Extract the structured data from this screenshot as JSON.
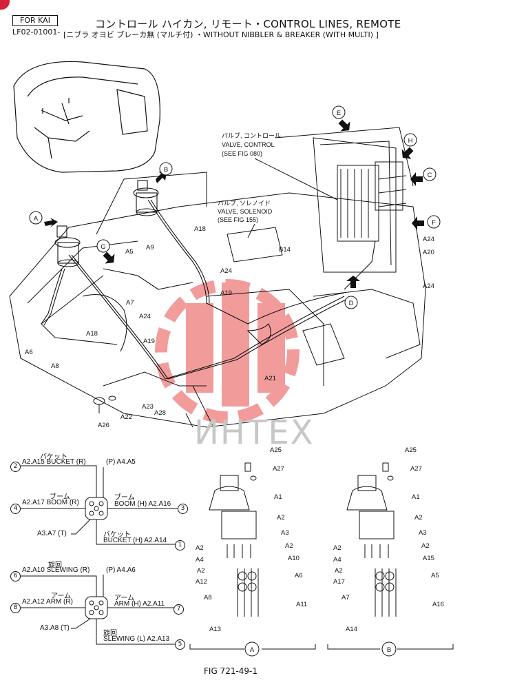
{
  "header": {
    "for_label": "FOR KAI",
    "code": "LF02-01001-",
    "title_line1": "コントロール ハイカン, リモート・CONTROL LINES, REMOTE",
    "title_line2": "[ニブラ オヨビ ブレーカ無 (マルチ付) ・WITHOUT NIBBLER & BREAKER (WITH MULTI) ]"
  },
  "callouts": {
    "valve_control": [
      "バルブ, コントロール",
      "VALVE, CONTROL",
      "(SEE FIG 080)"
    ],
    "valve_solenoid": [
      "バルブ, ソレノイド",
      "VALVE, SOLENOID",
      "(SEE FIG 155)"
    ]
  },
  "views": {
    "A": "A",
    "B": "B",
    "C": "C",
    "D": "D",
    "E": "E",
    "F": "F",
    "G": "G",
    "H": "H"
  },
  "parts": {
    "a1": "A1",
    "a2": "A2",
    "a3": "A3",
    "a4": "A4",
    "a5": "A5",
    "a6": "A6",
    "a7": "A7",
    "a8": "A8",
    "a9": "A9",
    "a10": "A10",
    "a11": "A11",
    "a12": "A12",
    "a13": "A13",
    "a14": "A14",
    "a15": "A15",
    "a16": "A16",
    "a17": "A17",
    "a18": "A18",
    "a19": "A19",
    "a20": "A20",
    "a21": "A21",
    "a22": "A22",
    "a23": "A23",
    "a24": "A24",
    "a25": "A25",
    "a26": "A26",
    "a27": "A27",
    "a28": "A28",
    "b14": "B14"
  },
  "pattern1": {
    "p2_jp": "バケット",
    "p2": "A2.A15 BUCKET (R)",
    "p_pilot": "(P) A4.A5",
    "p4_jp": "ブーム",
    "p4": "A2.A17 BOOM (R)",
    "p3_jp": "ブーム",
    "p3": "BOOM (H) A2.A16",
    "t": "A3.A7 (T)",
    "p1_jp": "バケット",
    "p1": "BUCKET (H) A2.A14",
    "n1": "1",
    "n2": "2",
    "n3": "3",
    "n4": "4"
  },
  "pattern2": {
    "p6_jp": "旋回",
    "p6": "A2.A10 SLEWING (R)",
    "p_pilot": "(P) A4.A6",
    "p8_jp": "アーム",
    "p8": "A2.A12 ARM (R)",
    "p7_jp": "アーム",
    "p7": "ARM (H) A2.A11",
    "t": "A3.A8 (T)",
    "p5_jp": "旋回",
    "p5": "SLEWING (L) A2.A13",
    "n5": "5",
    "n6": "6",
    "n7": "7",
    "n8": "8"
  },
  "detail_labels": {
    "a": "A",
    "b": "B"
  },
  "figure_number": "FIG 721-49-1",
  "watermark": "ИНТЕХ",
  "colors": {
    "line": "#111111",
    "watermark": "#e84a4a",
    "accent": "#d61f3b"
  }
}
